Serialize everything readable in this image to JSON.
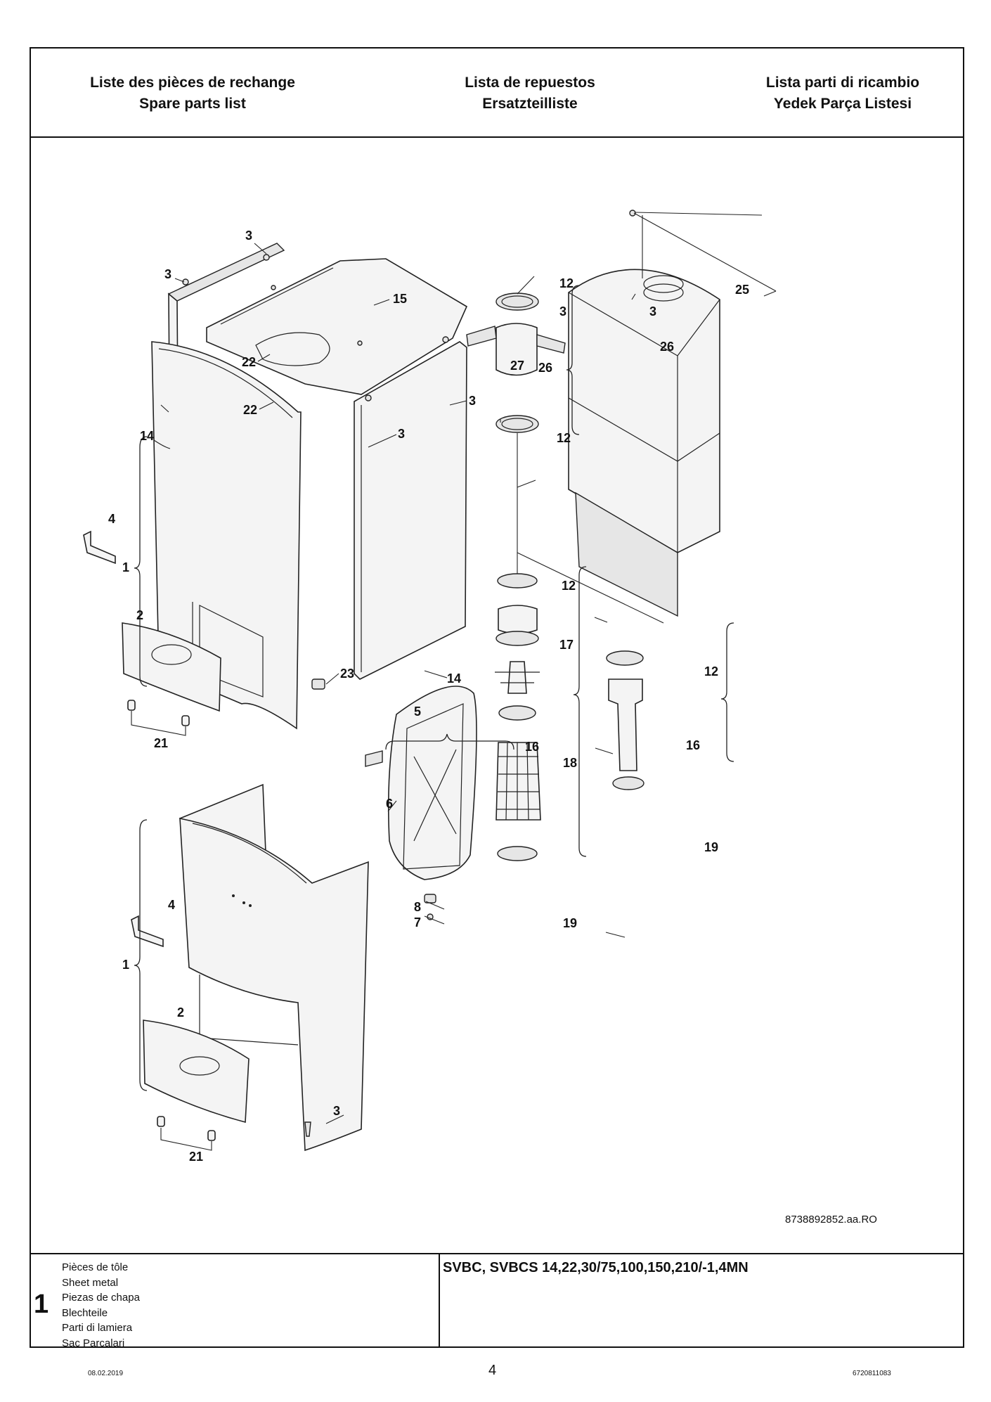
{
  "header": {
    "fr": "Liste des pièces de rechange",
    "en": "Spare parts list",
    "es": "Lista de repuestos",
    "de": "Ersatzteilliste",
    "it": "Lista parti di ricambio",
    "tr": "Yedek Parça Listesi"
  },
  "figure": {
    "reference": "8738892852.aa.RO",
    "callouts": {
      "c1": "1",
      "c2": "2",
      "c3": "3",
      "c4": "4",
      "c5": "5",
      "c6": "6",
      "c7": "7",
      "c8": "8",
      "c12": "12",
      "c14": "14",
      "c15": "15",
      "c16": "16",
      "c17": "17",
      "c18": "18",
      "c19": "19",
      "c21": "21",
      "c22": "22",
      "c23": "23",
      "c25": "25",
      "c26": "26",
      "c27": "27"
    }
  },
  "footer": {
    "group_number": "1",
    "group_names": [
      "Pièces de tôle",
      "Sheet metal",
      "Piezas de chapa",
      "Blechteile",
      "Parti di lamiera",
      "Sac Parcalari"
    ],
    "model": "SVBC, SVBCS 14,22,30/75,100,150,210/-1,4MN"
  },
  "page_number": "4",
  "date": "08.02.2019",
  "document_number": "6720811083"
}
